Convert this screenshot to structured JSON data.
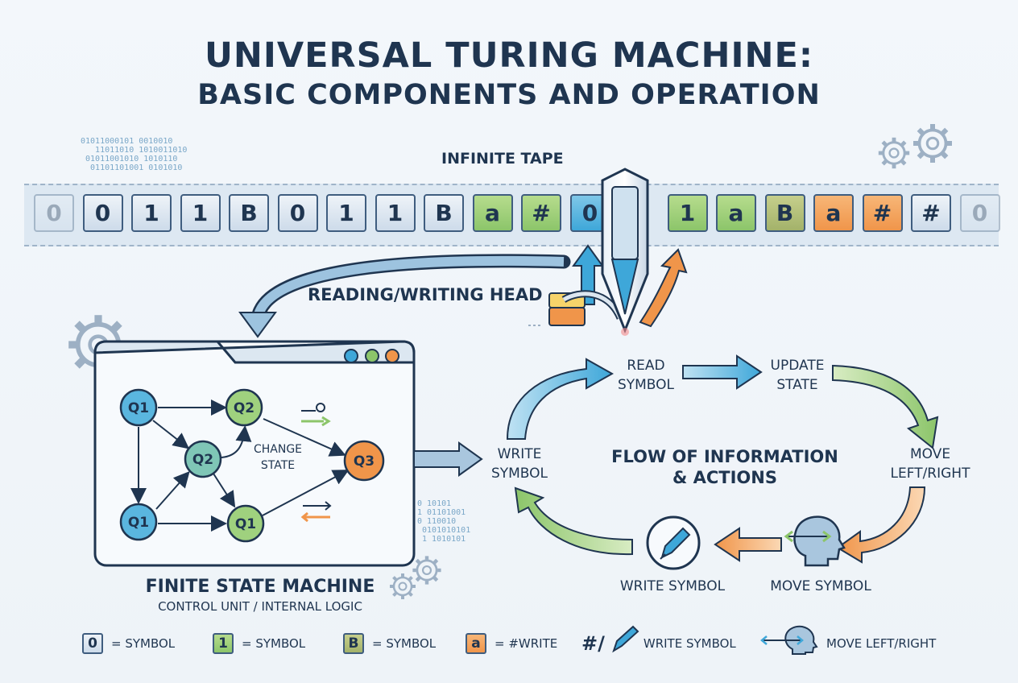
{
  "title": {
    "line1": "UNIVERSAL TURING MACHINE:",
    "line2": "BASIC COMPONENTS AND OPERATION"
  },
  "tape": {
    "label": "INFINITE TAPE",
    "cells": [
      {
        "symbol": "0",
        "style": "blank",
        "faded": true
      },
      {
        "symbol": "0",
        "style": "blank"
      },
      {
        "symbol": "1",
        "style": "blank"
      },
      {
        "symbol": "1",
        "style": "blank"
      },
      {
        "symbol": "B",
        "style": "blank"
      },
      {
        "symbol": "0",
        "style": "blank"
      },
      {
        "symbol": "1",
        "style": "blank"
      },
      {
        "symbol": "1",
        "style": "blank"
      },
      {
        "symbol": "B",
        "style": "blank"
      },
      {
        "symbol": "a",
        "style": "green"
      },
      {
        "symbol": "#",
        "style": "green"
      },
      {
        "symbol": "0",
        "style": "blue"
      },
      {
        "symbol": "",
        "style": "head"
      },
      {
        "symbol": "1",
        "style": "green"
      },
      {
        "symbol": "a",
        "style": "green"
      },
      {
        "symbol": "B",
        "style": "olive"
      },
      {
        "symbol": "a",
        "style": "orange"
      },
      {
        "symbol": "#",
        "style": "orange"
      },
      {
        "symbol": "#",
        "style": "blank"
      },
      {
        "symbol": "0",
        "style": "blank",
        "faded": true
      }
    ],
    "binary": "01011000101 0010010\n   11011010 1010011010\n 01011001010 1010110\n  01101101001 0101010"
  },
  "head": {
    "label": "READING/WRITING HEAD"
  },
  "fsm": {
    "title": "FINITE STATE MACHINE",
    "subtitle": "CONTROL UNIT / INTERNAL LOGIC",
    "change_state": "CHANGE\nSTATE",
    "states": [
      "Q1",
      "Q2",
      "Q2",
      "Q3",
      "Q1",
      "Q1"
    ],
    "binary": "0 10101\n1 01101001\n0 110010\n 0101010101\n 1 1010101"
  },
  "flow": {
    "title_line1": "FLOW OF INFORMATION",
    "title_line2": "& ACTIONS",
    "read_symbol": "READ\nSYMBOL",
    "update_state": "UPDATE\nSTATE",
    "move_left_right": "MOVE\nLEFT/RIGHT",
    "move_symbol": "MOVE SYMBOL",
    "write_symbol_bottom": "WRITE SYMBOL",
    "write_symbol_left": "WRITE\nSYMBOL"
  },
  "legend": [
    {
      "box": "0",
      "style": "blank",
      "text": "= SYMBOL"
    },
    {
      "box": "1",
      "style": "green",
      "text": "= SYMBOL"
    },
    {
      "box": "B",
      "style": "olive",
      "text": "= SYMBOL"
    },
    {
      "box": "a",
      "style": "orange",
      "text": "= #WRITE"
    }
  ],
  "legend_write": {
    "glyph": "#/",
    "text": "WRITE SYMBOL"
  },
  "legend_move": {
    "text": "MOVE LEFT/RIGHT"
  },
  "colors": {
    "blue_arrow": "#3ea7d9",
    "green_arrow": "#8cc56a",
    "orange_arrow": "#f0954a",
    "outline": "#1f3550"
  }
}
